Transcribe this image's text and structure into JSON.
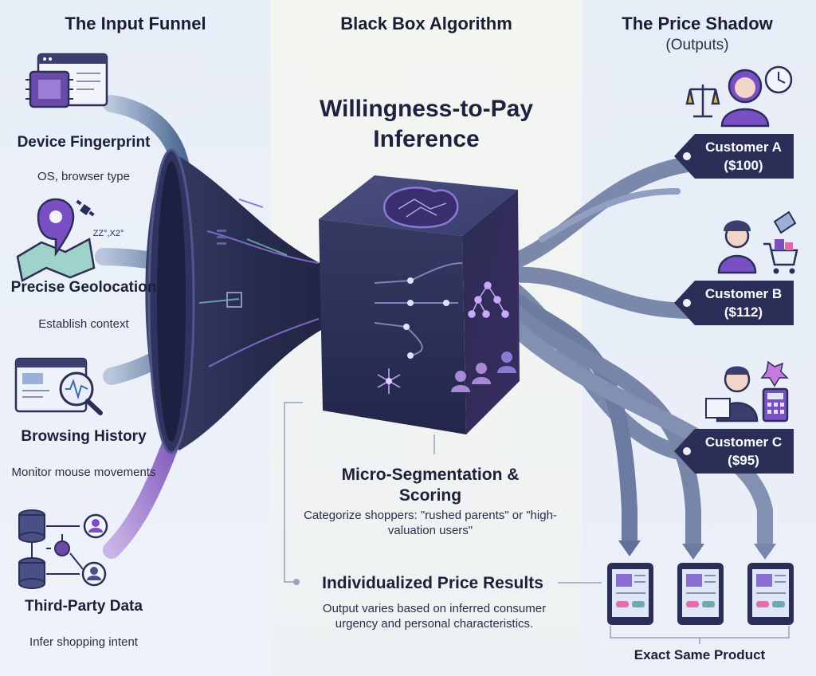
{
  "columns": {
    "input": {
      "title": "The Input Funnel"
    },
    "algorithm": {
      "title": "Black Box Algorithm"
    },
    "output": {
      "title": "The Price Shadow",
      "subtitle": "(Outputs)"
    }
  },
  "inputs": [
    {
      "title": "Device Fingerprint",
      "desc": "OS, browser type",
      "icon": "chip-browser-icon"
    },
    {
      "title": "Precise Geolocation",
      "desc": "Establish context",
      "icon": "map-pin-icon",
      "icon_text": "ZZ°,X2°"
    },
    {
      "title": "Browsing History",
      "desc": "Monitor mouse movements",
      "icon": "magnifier-chart-icon"
    },
    {
      "title": "Third-Party Data",
      "desc": "Infer shopping intent",
      "icon": "database-network-icon"
    }
  ],
  "algorithm": {
    "title": "Willingness-to-Pay Inference",
    "segmentation_title": "Micro-Segmentation & Scoring",
    "segmentation_desc": "Categorize shoppers: \"rushed parents\" or \"high-valuation users\"",
    "results_title": "Individualized Price Results",
    "results_desc": "Output varies based on inferred consumer urgency and personal characteristics."
  },
  "customers": [
    {
      "label": "Customer A",
      "price": "($100)",
      "icon": "customer-scales-clock-icon"
    },
    {
      "label": "Customer B",
      "price": "($112)",
      "icon": "customer-cart-icon"
    },
    {
      "label": "Customer C",
      "price": "($95)",
      "icon": "customer-calculator-icon"
    }
  ],
  "product": {
    "caption": "Exact Same Product"
  },
  "colors": {
    "navy": "#2b2f58",
    "purple": "#7a4fc0",
    "teal": "#5f9aa6",
    "arrow": "#6e7fa3"
  }
}
